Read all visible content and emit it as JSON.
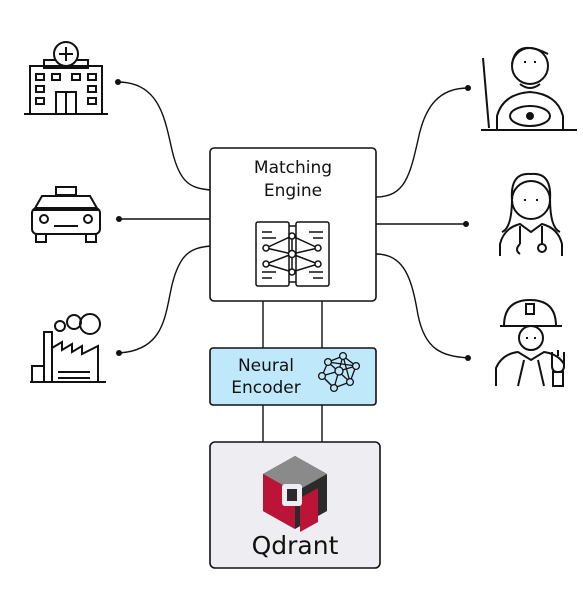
{
  "matching_engine": {
    "line1": "Matching",
    "line2": "Engine"
  },
  "neural_encoder": {
    "line1": "Neural",
    "line2": "Encoder"
  },
  "qdrant": {
    "label": "Qdrant"
  },
  "left_icons": [
    "hospital-icon",
    "taxi-icon",
    "factory-icon"
  ],
  "right_icons": [
    "driver-icon",
    "doctor-icon",
    "engineer-icon"
  ],
  "colors": {
    "encoder_fill": "#bfe9fb",
    "qdrant_fill": "#eeedf2",
    "logo_red": "#bc1439",
    "logo_dark": "#2b2b2b",
    "logo_gray": "#8a8a8a"
  }
}
